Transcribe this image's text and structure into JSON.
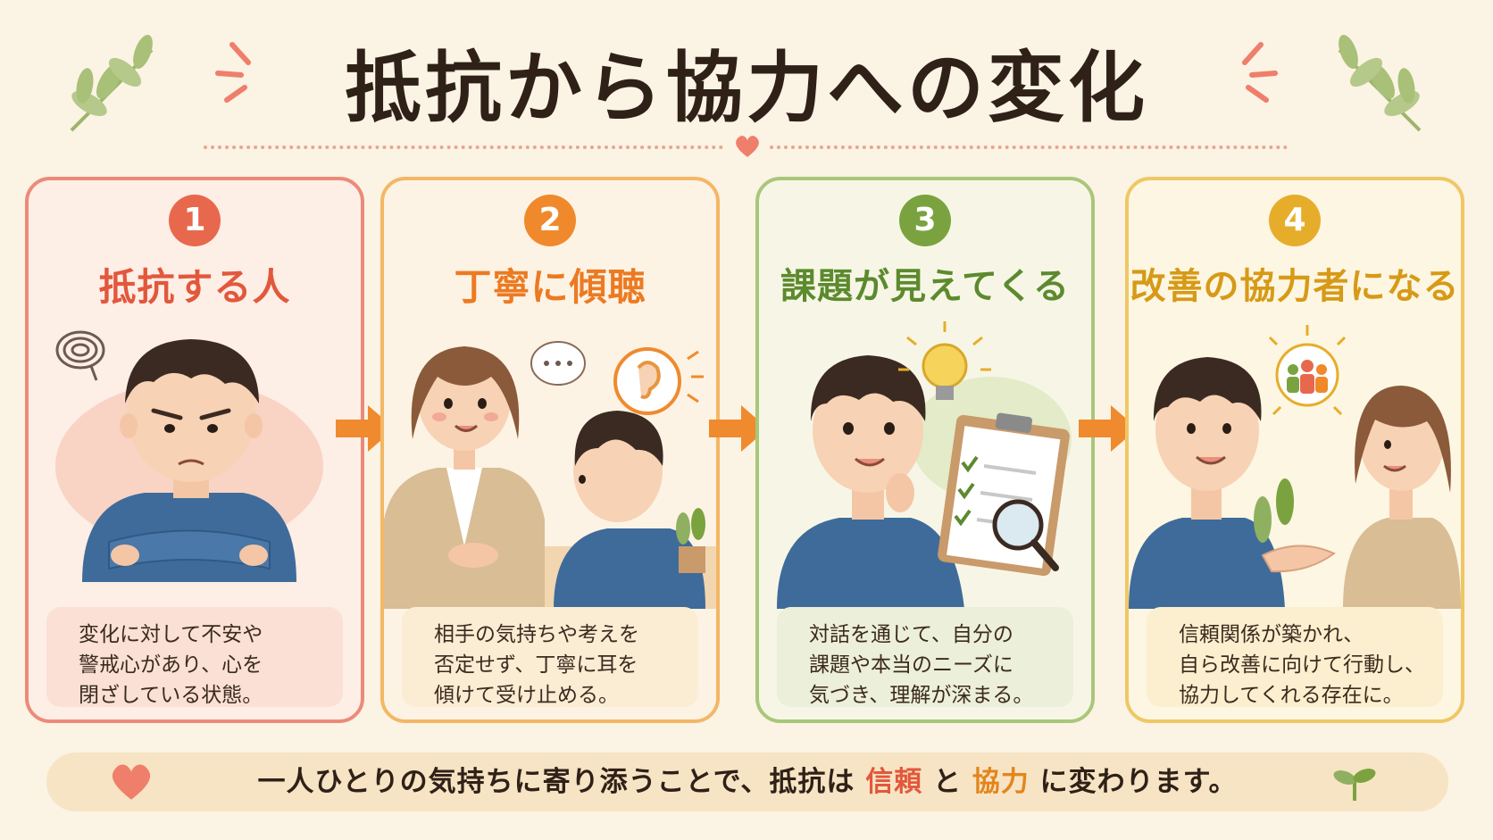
{
  "title": "抵抗から協力への変化",
  "cards": [
    {
      "number": "1",
      "title": "抵抗する人",
      "description": [
        "変化に対して不安や",
        "警戒心があり、心を",
        "閉ざしている状態。"
      ]
    },
    {
      "number": "2",
      "title": "丁寧に傾聴",
      "description": [
        "相手の気持ちや考えを",
        "否定せず、丁寧に耳を",
        "傾けて受け止める。"
      ]
    },
    {
      "number": "3",
      "title": "課題が見えてくる",
      "description": [
        "対話を通じて、自分の",
        "課題や本当のニーズに",
        "気づき、理解が深まる。"
      ]
    },
    {
      "number": "4",
      "title": "改善の協力者になる",
      "description": [
        "信頼関係が築かれ、",
        "自ら改善に向けて行動し、",
        "協力してくれる存在に。"
      ]
    }
  ],
  "bottom": {
    "prefix": "一人ひとりの気持ちに寄り添うことで、抵抗は",
    "highlight1": "信頼",
    "middle": "と",
    "highlight2": "協力",
    "suffix": "に変わります。"
  },
  "colors": {
    "card1": "#e8684e",
    "card2": "#f0892b",
    "card3": "#7aa33f",
    "card4": "#e6ad2a",
    "background": "#fbf3e4"
  }
}
